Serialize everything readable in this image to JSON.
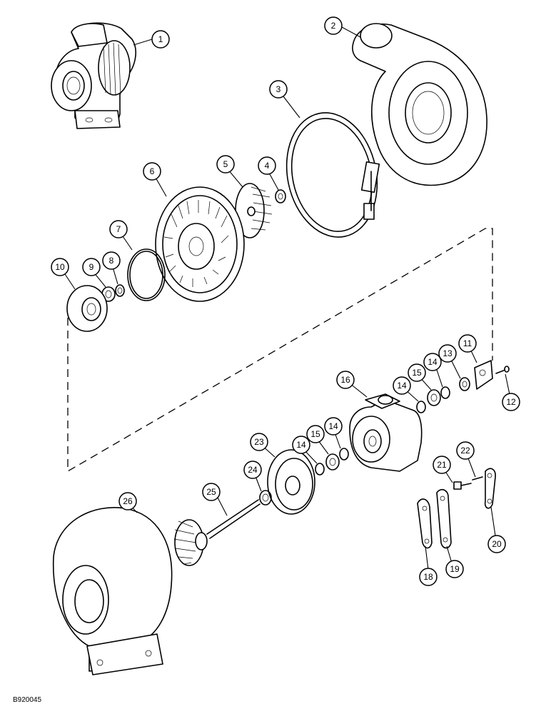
{
  "figure_code": "B920045",
  "callouts": [
    {
      "id": "c1",
      "label": "1"
    },
    {
      "id": "c2",
      "label": "2"
    },
    {
      "id": "c3",
      "label": "3"
    },
    {
      "id": "c4",
      "label": "4"
    },
    {
      "id": "c5",
      "label": "5"
    },
    {
      "id": "c6",
      "label": "6"
    },
    {
      "id": "c7",
      "label": "7"
    },
    {
      "id": "c8",
      "label": "8"
    },
    {
      "id": "c9",
      "label": "9"
    },
    {
      "id": "c10",
      "label": "10"
    },
    {
      "id": "c11",
      "label": "11"
    },
    {
      "id": "c12",
      "label": "12"
    },
    {
      "id": "c13",
      "label": "13"
    },
    {
      "id": "c14a",
      "label": "14"
    },
    {
      "id": "c14b",
      "label": "14"
    },
    {
      "id": "c14c",
      "label": "14"
    },
    {
      "id": "c14d",
      "label": "14"
    },
    {
      "id": "c15a",
      "label": "15"
    },
    {
      "id": "c15b",
      "label": "15"
    },
    {
      "id": "c16",
      "label": "16"
    },
    {
      "id": "c18",
      "label": "18"
    },
    {
      "id": "c19",
      "label": "19"
    },
    {
      "id": "c20",
      "label": "20"
    },
    {
      "id": "c21",
      "label": "21"
    },
    {
      "id": "c22",
      "label": "22"
    },
    {
      "id": "c23",
      "label": "23"
    },
    {
      "id": "c24",
      "label": "24"
    },
    {
      "id": "c25",
      "label": "25"
    },
    {
      "id": "c26",
      "label": "26"
    }
  ]
}
